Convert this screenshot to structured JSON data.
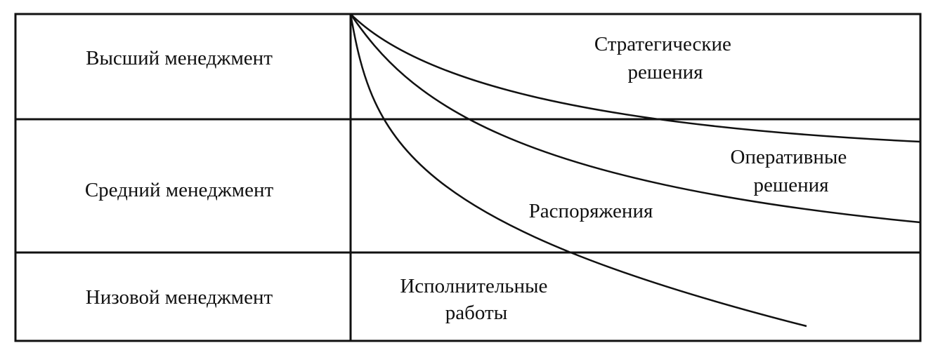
{
  "rows": [
    {
      "label": "Высший менеджмент"
    },
    {
      "label": "Средний менеджмент"
    },
    {
      "label": "Низовой менеджмент"
    }
  ],
  "curves": [
    {
      "lines": [
        "Стратегические",
        "решения"
      ]
    },
    {
      "lines": [
        "Оперативные",
        "решения"
      ]
    },
    {
      "lines": [
        "Распоряжения"
      ]
    },
    {
      "lines": [
        "Исполнительные",
        "работы"
      ]
    }
  ]
}
